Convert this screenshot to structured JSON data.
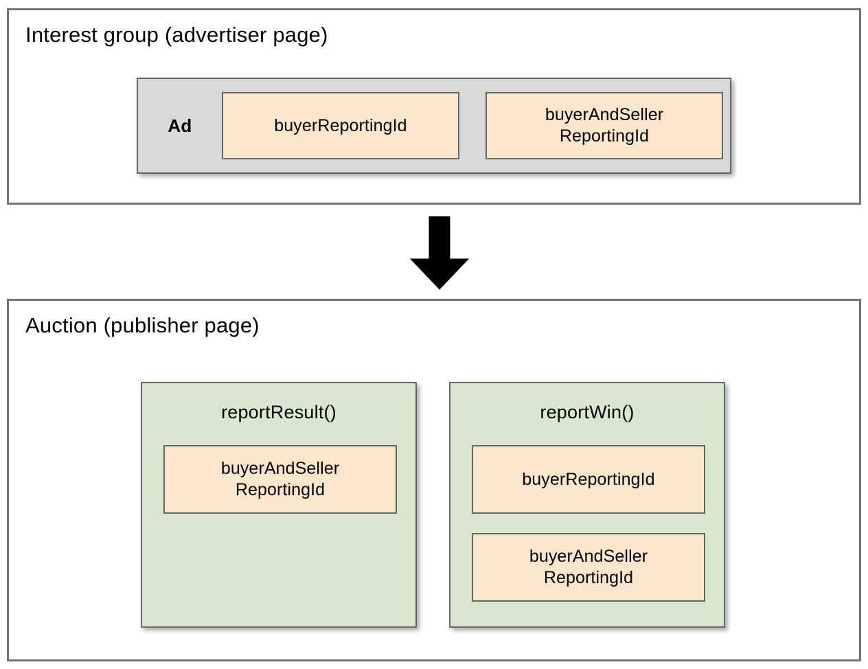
{
  "diagram": {
    "title_semantic": "protected-audience-reporting-ids-flow",
    "colors": {
      "background": "#ffffff",
      "section_border": "#757575",
      "ad_container_fill": "#d9d9d9",
      "param_fill": "#fae5cd",
      "param_border": "#666666",
      "function_fill": "#d9e7d0",
      "arrow_fill": "#000000",
      "text": "#000000"
    },
    "sections": [
      {
        "id": "interest-group",
        "title": "Interest group (advertiser page)",
        "ad": {
          "label": "Ad",
          "params": [
            {
              "label": "buyerReportingId"
            },
            {
              "label": "buyerAndSeller\nReportingId",
              "line1": "buyerAndSeller",
              "line2": "ReportingId"
            }
          ]
        }
      },
      {
        "id": "auction",
        "title": "Auction (publisher page)",
        "functions": [
          {
            "name": "reportResult()",
            "params": [
              {
                "line1": "buyerAndSeller",
                "line2": "ReportingId"
              }
            ]
          },
          {
            "name": "reportWin()",
            "params": [
              {
                "line1": "buyerReportingId",
                "line2": ""
              },
              {
                "line1": "buyerAndSeller",
                "line2": "ReportingId"
              }
            ]
          }
        ]
      }
    ],
    "arrow": {
      "icon": "arrow-down-icon",
      "direction": "down",
      "from": "interest-group",
      "to": "auction"
    }
  }
}
